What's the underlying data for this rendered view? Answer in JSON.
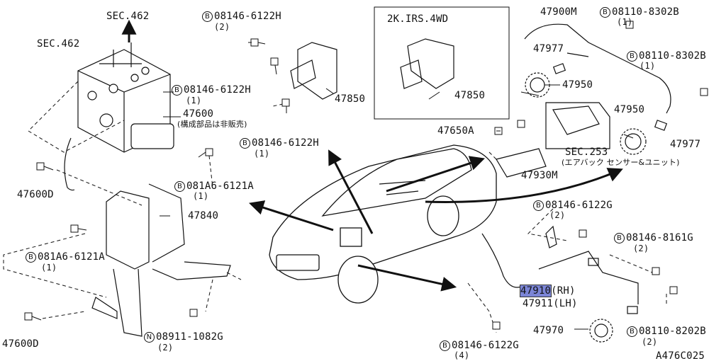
{
  "diagram_id": "A476C025",
  "inset_title": "2K.IRS.4WD",
  "labels": {
    "sec462_top": "SEC.462",
    "sec462_left": "SEC.462",
    "b_6122h_top": "08146-6122H",
    "b_6122h_top_qty": "(2)",
    "b_6122h_mid": "08146-6122H",
    "b_6122h_mid_qty": "(1)",
    "b_6122h_low": "08146-6122H",
    "b_6122h_low_qty": "(1)",
    "p47600": "47600",
    "p47600_note": "(構成部品は非販売)",
    "p47850_main": "47850",
    "p47850_inset": "47850",
    "p47900m": "47900M",
    "b_8302b_top": "08110-8302B",
    "b_8302b_top_qty": "(1)",
    "b_8302b_mid": "08110-8302B",
    "b_8302b_mid_qty": "(1)",
    "p47977_top": "47977",
    "p47977_right": "47977",
    "p47950_top": "47950",
    "p47950_right": "47950",
    "p47650a": "47650A",
    "sec253": "SEC.253",
    "sec253_note": "(エアバック センサー&ユニット)",
    "p47930m": "47930M",
    "b_081a6_right": "081A6-6121A",
    "b_081a6_right_qty": "(1)",
    "p47600d_top": "47600D",
    "p47840": "47840",
    "b_081a6_left": "081A6-6121A",
    "b_081a6_left_qty": "(1)",
    "p47600d_bottom": "47600D",
    "n_08911": "08911-1082G",
    "n_08911_qty": "(2)",
    "b_6122g_top": "08146-6122G",
    "b_6122g_top_qty": "(2)",
    "b_8161g": "08146-8161G",
    "b_8161g_qty": "(2)",
    "p47910": "47910",
    "p47910_side": "(RH)",
    "p47911": "47911",
    "p47911_side": "(LH)",
    "p47970": "47970",
    "b_8202b": "08110-8202B",
    "b_8202b_qty": "(2)",
    "b_6122g_bottom": "08146-6122G",
    "b_6122g_bottom_qty": "(4)",
    "badge_b": "B",
    "badge_n": "N"
  }
}
